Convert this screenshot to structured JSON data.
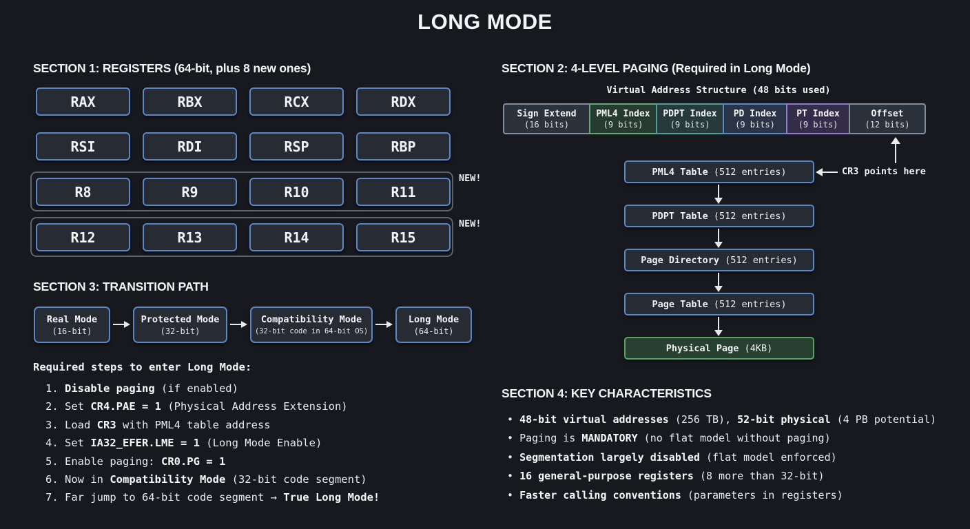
{
  "title": "LONG MODE",
  "colors": {
    "background": "#17191e",
    "accent_blue": "#5b87c8",
    "accent_green": "#55a468",
    "outline_grey": "#5d646e",
    "arrow_white": "#e8eaec"
  },
  "section1": {
    "header": "SECTION 1: REGISTERS (64-bit, plus 8 new ones)",
    "rows": [
      [
        "RAX",
        "RBX",
        "RCX",
        "RDX"
      ],
      [
        "RSI",
        "RDI",
        "RSP",
        "RBP"
      ],
      [
        "R8",
        "R9",
        "R10",
        "R11"
      ],
      [
        "R12",
        "R13",
        "R14",
        "R15"
      ]
    ],
    "new_label": "NEW!"
  },
  "section2": {
    "header": "SECTION 2: 4-LEVEL PAGING (Required in Long Mode)",
    "va_title": "Virtual Address Structure (48 bits used)",
    "va_cells": [
      {
        "label": "Sign Extend",
        "bits": "(16 bits)",
        "border": "#848d9c",
        "fill": "#2c323c"
      },
      {
        "label": "PML4 Index",
        "bits": "(9 bits)",
        "border": "#5fa878",
        "fill": "#273a2f"
      },
      {
        "label": "PDPT Index",
        "bits": "(9 bits)",
        "border": "#4f9f99",
        "fill": "#263a3b"
      },
      {
        "label": "PD Index",
        "bits": "(9 bits)",
        "border": "#5b87c8",
        "fill": "#2a3446"
      },
      {
        "label": "PT Index",
        "bits": "(9 bits)",
        "border": "#9179ce",
        "fill": "#342d49"
      },
      {
        "label": "Offset",
        "bits": "(12 bits)",
        "border": "#848d9c",
        "fill": "#2c323c"
      }
    ],
    "chain": [
      {
        "name": "PML4 Table",
        "detail": " (512 entries)",
        "type": "blue"
      },
      {
        "name": "PDPT Table",
        "detail": " (512 entries)",
        "type": "blue"
      },
      {
        "name": "Page Directory",
        "detail": " (512 entries)",
        "type": "blue"
      },
      {
        "name": "Page Table",
        "detail": " (512 entries)",
        "type": "blue"
      },
      {
        "name": "Physical Page",
        "detail": " (4KB)",
        "type": "green"
      }
    ],
    "cr3_label": "CR3 points here"
  },
  "section3": {
    "header": "SECTION 3: TRANSITION PATH",
    "modes": [
      {
        "name": "Real Mode",
        "detail": "(16-bit)",
        "small": false
      },
      {
        "name": "Protected Mode",
        "detail": "(32-bit)",
        "small": false
      },
      {
        "name": "Compatibility Mode",
        "detail": "(32-bit code in 64-bit OS)",
        "small": true
      },
      {
        "name": "Long Mode",
        "detail": "(64-bit)",
        "small": false
      }
    ],
    "steps_title": "Required steps to enter Long Mode:",
    "steps": [
      [
        {
          "t": "1. "
        },
        {
          "t": "Disable paging",
          "b": true
        },
        {
          "t": " (if enabled)"
        }
      ],
      [
        {
          "t": "2. Set "
        },
        {
          "t": "CR4.PAE = 1",
          "b": true
        },
        {
          "t": " (Physical Address Extension)"
        }
      ],
      [
        {
          "t": "3. Load "
        },
        {
          "t": "CR3",
          "b": true
        },
        {
          "t": " with PML4 table address"
        }
      ],
      [
        {
          "t": "4. Set "
        },
        {
          "t": "IA32_EFER.LME = 1",
          "b": true
        },
        {
          "t": " (Long Mode Enable)"
        }
      ],
      [
        {
          "t": "5. Enable paging: "
        },
        {
          "t": "CR0.PG = 1",
          "b": true
        }
      ],
      [
        {
          "t": "6. Now in "
        },
        {
          "t": "Compatibility Mode",
          "b": true
        },
        {
          "t": " (32-bit code segment)"
        }
      ],
      [
        {
          "t": "7. Far jump to 64-bit code segment → "
        },
        {
          "t": "True Long Mode!",
          "b": true
        }
      ]
    ]
  },
  "section4": {
    "header": "SECTION 4: KEY CHARACTERISTICS",
    "bullet_char": "•",
    "bullets": [
      [
        {
          "t": "48-bit virtual addresses",
          "b": true
        },
        {
          "t": " (256 TB), "
        },
        {
          "t": "52-bit physical",
          "b": true
        },
        {
          "t": " (4 PB potential)"
        }
      ],
      [
        {
          "t": "Paging is "
        },
        {
          "t": "MANDATORY",
          "b": true
        },
        {
          "t": " (no flat model without paging)"
        }
      ],
      [
        {
          "t": "Segmentation largely disabled",
          "b": true
        },
        {
          "t": " (flat model enforced)"
        }
      ],
      [
        {
          "t": "16 general-purpose registers",
          "b": true
        },
        {
          "t": " (8 more than 32-bit)"
        }
      ],
      [
        {
          "t": "Faster calling conventions",
          "b": true
        },
        {
          "t": " (parameters in registers)"
        }
      ]
    ]
  }
}
